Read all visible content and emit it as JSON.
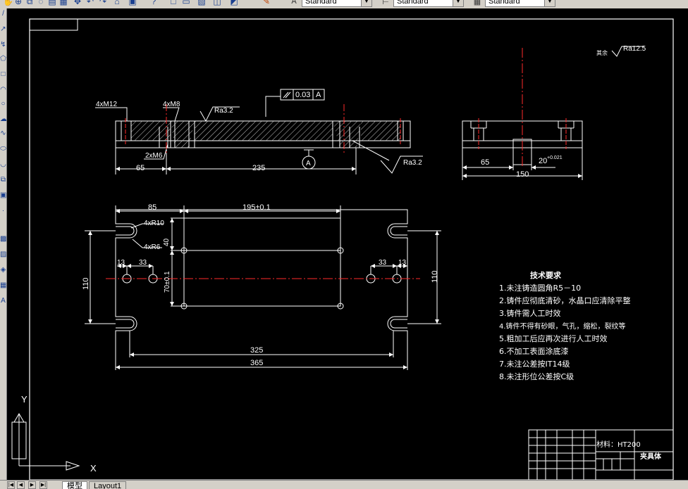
{
  "toolbar": {
    "text_style": "Standard",
    "dim_style": "Standard",
    "table_style": "Standard"
  },
  "drawing": {
    "front_view": {
      "tol_value": "0.03",
      "tol_datum": "A",
      "label_4xM12": "4xM12",
      "label_4xM8": "4xM8",
      "label_2xM6": "2xM6",
      "rough_top": "Ra3.2",
      "rough_bottom": "Ra3.2",
      "dim_65": "65",
      "dim_235": "235",
      "datum_label": "A"
    },
    "side_view": {
      "dim_65": "65",
      "dim_20": "20",
      "dim_20_tol": "+0.021",
      "dim_150": "150"
    },
    "top_view": {
      "dim_85": "85",
      "dim_195": "195±0.1",
      "label_4xR10": "4xR10",
      "label_4xR6": "4xR6",
      "dim_40": "40",
      "dim_13_left": "13",
      "dim_33_left": "33",
      "dim_33_right": "33",
      "dim_13_right": "13",
      "dim_110_left": "110",
      "dim_110_right": "110",
      "dim_70": "70±0.1",
      "dim_325": "325",
      "dim_365": "365"
    },
    "rest_roughness_label": "其余",
    "rest_roughness_value": "Ra12.5",
    "tech_title": "技术要求",
    "tech_items": [
      "1.未注铸造圆角R5－10",
      "2.铸件应彻底清砂，水晶口应清除平整",
      "3.铸件需人工时效",
      "4.铸件不得有砂眼，气孔，缩松，裂纹等",
      "5.粗加工后应再次进行人工时效",
      "6.不加工表面涂底漆",
      "7.未注公差按IT14级",
      "8.未注形位公差按C级"
    ],
    "title_block": {
      "material": "材料：HT200",
      "part_name": "夹具体"
    },
    "ucs_x": "X",
    "ucs_y": "Y"
  },
  "tabs": {
    "model": "模型",
    "layout1": "Layout1"
  },
  "colors": {
    "background": "#000000",
    "lines": "#ffffff",
    "centerline": "#ff2a2a",
    "hatch": "#c8c8c8"
  }
}
